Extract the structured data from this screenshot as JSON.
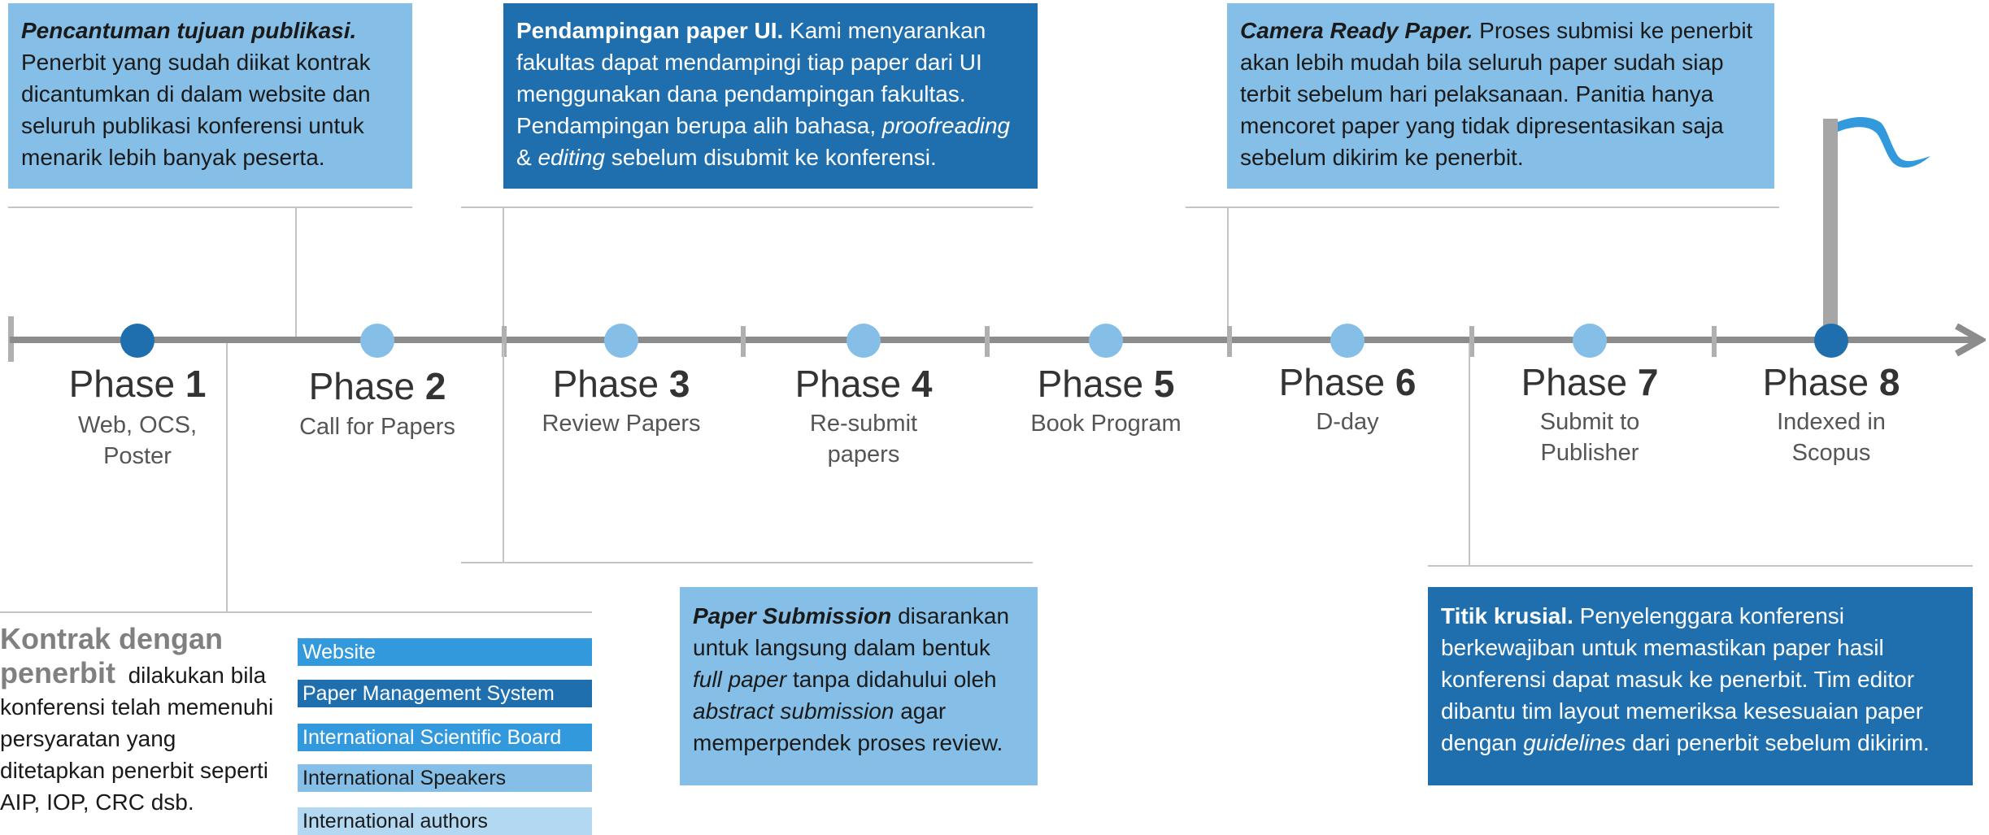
{
  "colors": {
    "light_blue": "#85bfe7",
    "dark_blue": "#1f6fae",
    "timeline_gray": "#8c8c8c",
    "connector_gray": "#c4c4c4",
    "legend_website": "#3399dd",
    "legend_pms": "#1f6fae",
    "legend_isb": "#3399dd",
    "legend_speakers": "#85bfe7",
    "legend_authors": "#b3d8f2"
  },
  "boxes": {
    "tujuan": {
      "lead": "Pencantuman tujuan publikasi.",
      "body": " Penerbit yang sudah diikat kontrak dicantumkan di dalam website dan seluruh publikasi konferensi untuk menarik lebih banyak peserta."
    },
    "pendampingan": {
      "lead": "Pendampingan paper UI.",
      "body1": " Kami menyarankan fakultas dapat mendampingi tiap paper dari UI menggunakan dana pendampingan fakultas. Pendampingan berupa alih bahasa, ",
      "italic1": "proofreading",
      "body2": " & ",
      "italic2": "editing",
      "body3": " sebelum disubmit ke konferensi."
    },
    "camera_ready": {
      "lead": "Camera Ready Paper.",
      "body": " Proses submisi ke penerbit akan lebih mudah bila seluruh paper sudah siap terbit sebelum hari pelaksanaan. Panitia hanya mencoret paper yang tidak dipresentasikan saja sebelum dikirim ke penerbit."
    },
    "paper_submission": {
      "lead": "Paper Submission",
      "body1": " disarankan untuk langsung dalam bentuk ",
      "italic1": "full paper",
      "body2": " tanpa didahului oleh ",
      "italic2": "abstract submission",
      "body3": " agar memperpendek proses review."
    },
    "titik_krusial": {
      "lead": "Titik krusial.",
      "body1": " Penyelenggara konferensi berkewajiban untuk memastikan paper hasil konferensi dapat masuk ke penerbit. Tim editor dibantu tim layout memeriksa kesesuaian paper dengan ",
      "italic1": "guidelines",
      "body2": " dari penerbit sebelum dikirim."
    }
  },
  "phases": [
    {
      "label": "Phase ",
      "num": "1",
      "sub": "Web, OCS, Poster",
      "marker": "dark"
    },
    {
      "label": "Phase ",
      "num": "2",
      "sub": "Call for Papers",
      "marker": "light"
    },
    {
      "label": "Phase ",
      "num": "3",
      "sub": "Review Papers",
      "marker": "light"
    },
    {
      "label": "Phase ",
      "num": "4",
      "sub": "Re-submit papers",
      "marker": "light"
    },
    {
      "label": "Phase ",
      "num": "5",
      "sub": "Book Program",
      "marker": "light"
    },
    {
      "label": "Phase ",
      "num": "6",
      "sub": "D-day",
      "marker": "light"
    },
    {
      "label": "Phase ",
      "num": "7",
      "sub": "Submit to Publisher",
      "marker": "light"
    },
    {
      "label": "Phase ",
      "num": "8",
      "sub": "Indexed in Scopus",
      "marker": "dark"
    }
  ],
  "contract": {
    "heading": "Kontrak dengan penerbit",
    "body": "dilakukan bila konferensi telah memenuhi persyaratan yang ditetapkan penerbit seperti AIP, IOP, CRC dsb."
  },
  "legend": [
    {
      "label": "Website",
      "color": "#3399dd",
      "text_color": "#ffffff"
    },
    {
      "label": "Paper Management System",
      "color": "#1f6fae",
      "text_color": "#ffffff"
    },
    {
      "label": "International Scientific Board",
      "color": "#3399dd",
      "text_color": "#ffffff"
    },
    {
      "label": "International Speakers",
      "color": "#85bfe7",
      "text_color": "#1a1a1a"
    },
    {
      "label": "International authors",
      "color": "#b3d8f2",
      "text_color": "#1a1a1a"
    }
  ]
}
